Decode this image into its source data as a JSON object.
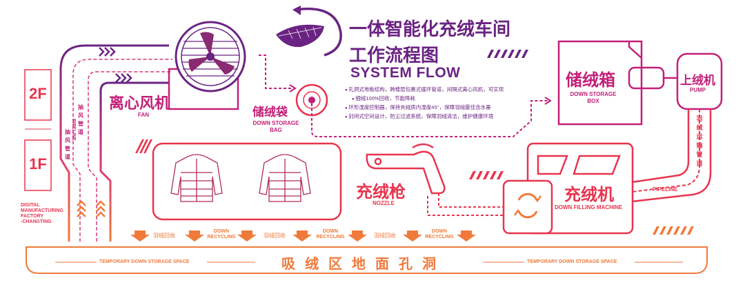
{
  "title": {
    "line1": "一体智能化充绒车间",
    "line2": "工作流程图",
    "en": "SYSTEM FLOW"
  },
  "description": [
    "孔洞式地板结构，跨楼层包裹式循环管道，间隔式离心风机，可实现",
    "细绒100%回收，节能降耗",
    "环形湿度控制器，保持充绒房内湿度45°，保障羽绒最佳含水量",
    "封闭式空间设计，防尘过滤系统，保障羽绒清洁，维护健康环境"
  ],
  "floors": {
    "upper": "2F",
    "lower": "1F"
  },
  "factory_label": "DIGITAL\nMANUFACTURING\nFACTORY\n-CHANGTING",
  "pipe_left": {
    "inner": "抽风管道",
    "outer": "抽风管道",
    "en": "PIPELINE"
  },
  "fan": {
    "zh": "离心风机",
    "en": "FAN"
  },
  "bag": {
    "zh": "储绒袋",
    "en": "DOWN STORAGE\nBAG"
  },
  "storage_box": {
    "zh": "储绒箱",
    "en": "DOWN STORAGE\nBOX"
  },
  "pump": {
    "zh": "上绒机",
    "en": "PUMP"
  },
  "pipe_right": {
    "zh": "羽绒运输管道",
    "en": "PIPELINE"
  },
  "nozzle": {
    "zh": "充绒枪",
    "en": "NOZZLE"
  },
  "machine": {
    "zh": "充绒机",
    "en": "DOWN FILLING MACHINE"
  },
  "recycle_labels": [
    "羽绒回收",
    "DOWN\nRECYCLING",
    "羽绒回收",
    "DOWN\nRECYCLING",
    "羽绒回收",
    "DOWN\nRECYCLING"
  ],
  "floor_space": {
    "zh": "吸绒区地面孔洞",
    "en_left": "TEMPORARY DOWN STORAGE SPACE",
    "en_right": "TEMPORARY DOWN STORAGE SPACE"
  },
  "colors": {
    "purple": "#6a2382",
    "magenta": "#c21f78",
    "pink": "#d8357a",
    "red": "#e8344e",
    "orange": "#f07a3a"
  }
}
